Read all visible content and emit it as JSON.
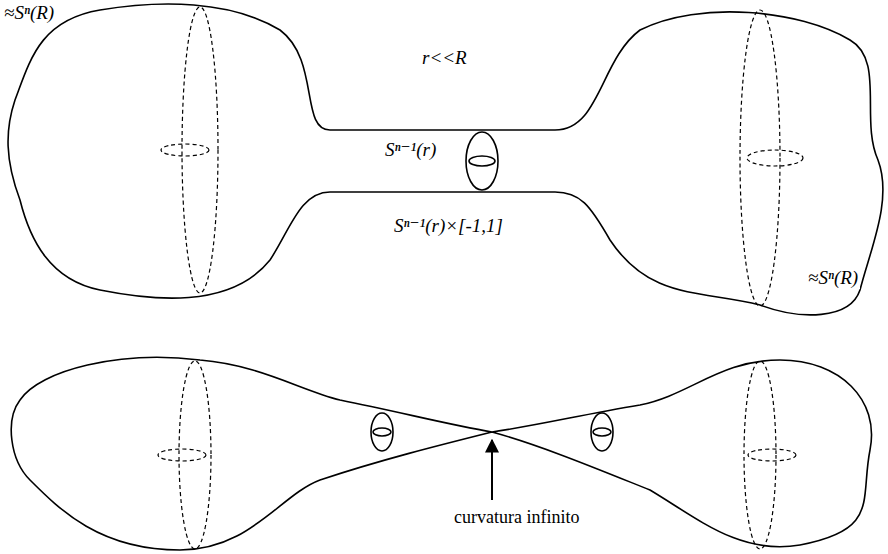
{
  "diagram": {
    "labels": [
      "≈Sⁿ(R)",
      "r<<R",
      "Sⁿ⁻¹(r)",
      "Sⁿ⁻¹(r)×[-1,1]",
      "≈Sⁿ(R)",
      "curvatura infinito"
    ]
  }
}
